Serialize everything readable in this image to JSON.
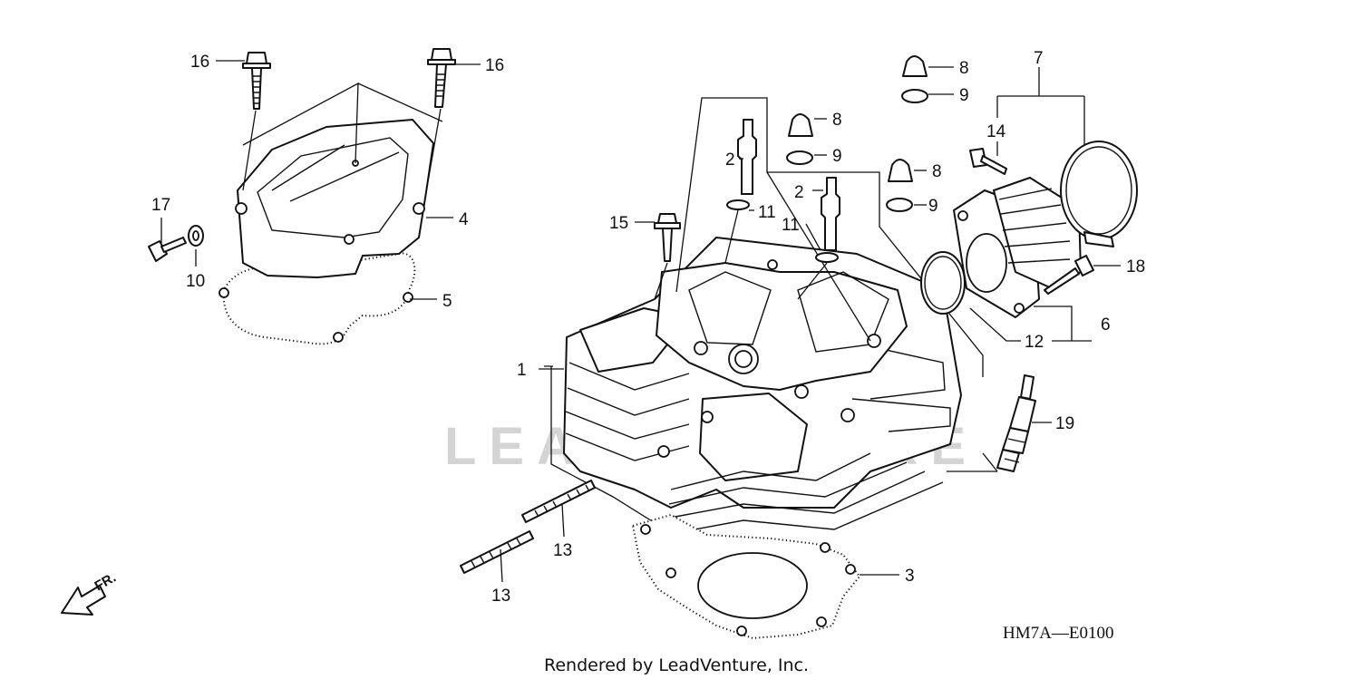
{
  "diagram": {
    "code": "HM7A—E0100",
    "credit": "Rendered by LeadVenture, Inc.",
    "watermark": "LEADVENTURE",
    "direction_label": "FR.",
    "callouts": [
      {
        "id": "c16a",
        "label": "16"
      },
      {
        "id": "c16b",
        "label": "16"
      },
      {
        "id": "c17",
        "label": "17"
      },
      {
        "id": "c10",
        "label": "10"
      },
      {
        "id": "c4",
        "label": "4"
      },
      {
        "id": "c5",
        "label": "5"
      },
      {
        "id": "c2a",
        "label": "2"
      },
      {
        "id": "c11a",
        "label": "11"
      },
      {
        "id": "c2b",
        "label": "2"
      },
      {
        "id": "c11b",
        "label": "11"
      },
      {
        "id": "c15",
        "label": "15"
      },
      {
        "id": "c8a",
        "label": "8"
      },
      {
        "id": "c9a",
        "label": "9"
      },
      {
        "id": "c8b",
        "label": "8"
      },
      {
        "id": "c9b",
        "label": "9"
      },
      {
        "id": "c8c",
        "label": "8"
      },
      {
        "id": "c9c",
        "label": "9"
      },
      {
        "id": "c7",
        "label": "7"
      },
      {
        "id": "c14",
        "label": "14"
      },
      {
        "id": "c18",
        "label": "18"
      },
      {
        "id": "c6",
        "label": "6"
      },
      {
        "id": "c12",
        "label": "12"
      },
      {
        "id": "c1",
        "label": "1"
      },
      {
        "id": "c19",
        "label": "19"
      },
      {
        "id": "c13a",
        "label": "13"
      },
      {
        "id": "c13b",
        "label": "13"
      },
      {
        "id": "c3",
        "label": "3"
      }
    ]
  }
}
